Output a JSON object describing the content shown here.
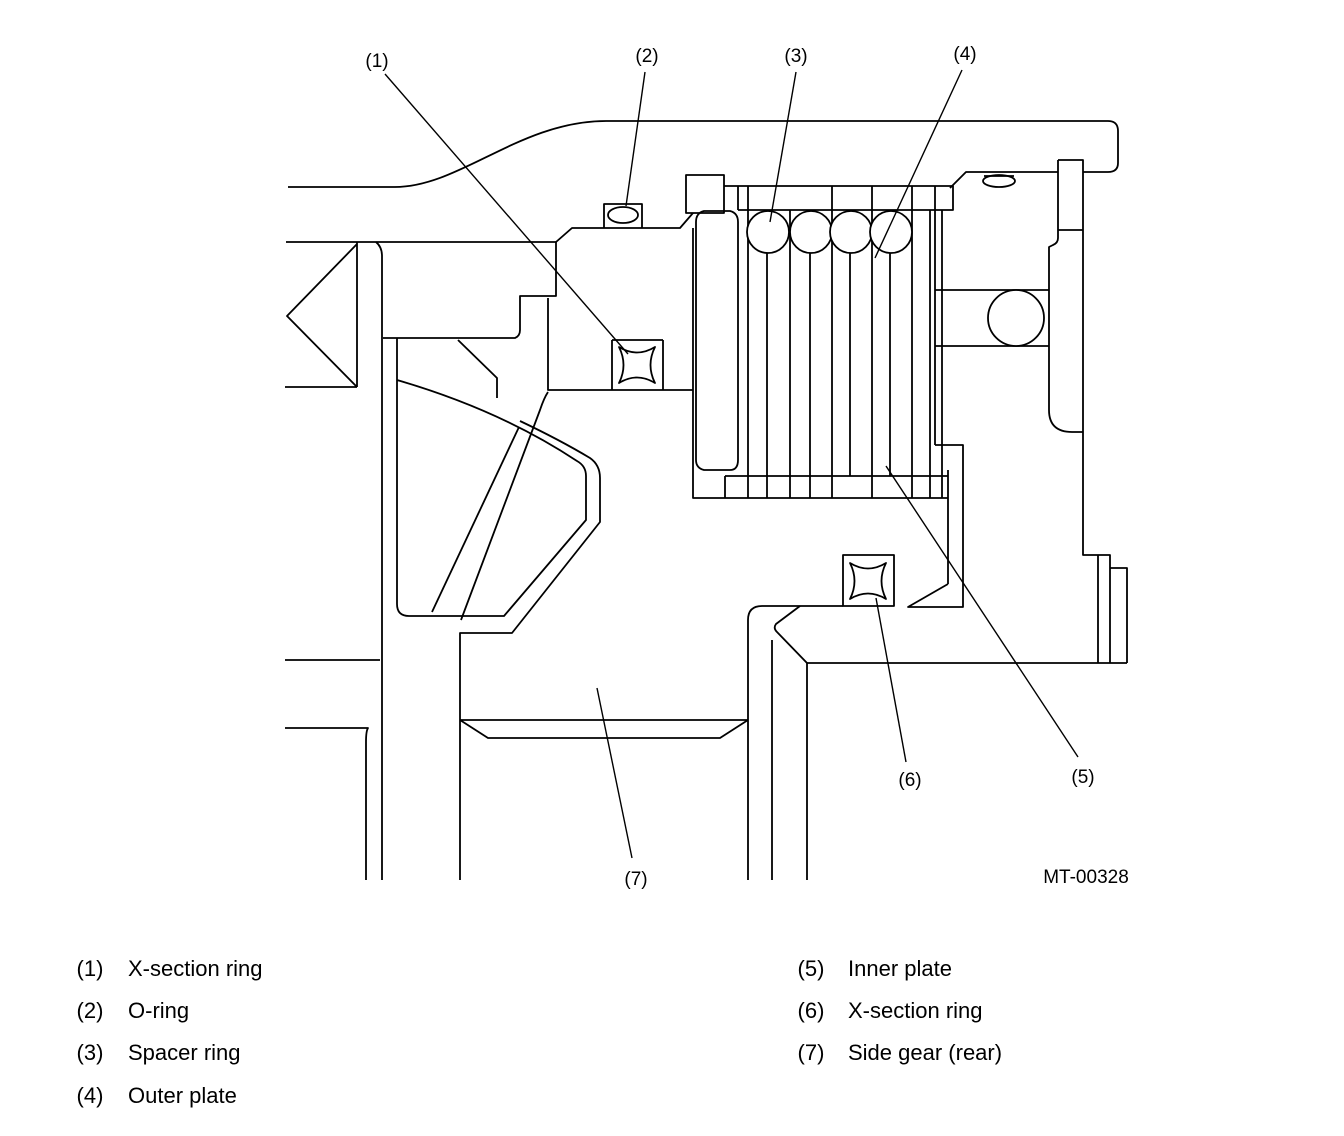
{
  "figure": {
    "id": "MT-00328"
  },
  "callouts": [
    {
      "label": "(1)"
    },
    {
      "label": "(2)"
    },
    {
      "label": "(3)"
    },
    {
      "label": "(4)"
    },
    {
      "label": "(5)"
    },
    {
      "label": "(6)"
    },
    {
      "label": "(7)"
    }
  ],
  "legend": [
    {
      "num": "(1)",
      "text": "X-section ring"
    },
    {
      "num": "(2)",
      "text": "O-ring"
    },
    {
      "num": "(3)",
      "text": "Spacer ring"
    },
    {
      "num": "(4)",
      "text": "Outer plate"
    },
    {
      "num": "(5)",
      "text": "Inner plate"
    },
    {
      "num": "(6)",
      "text": "X-section ring"
    },
    {
      "num": "(7)",
      "text": "Side gear (rear)"
    }
  ],
  "colors": {
    "line": "#000000",
    "background": "#ffffff"
  }
}
